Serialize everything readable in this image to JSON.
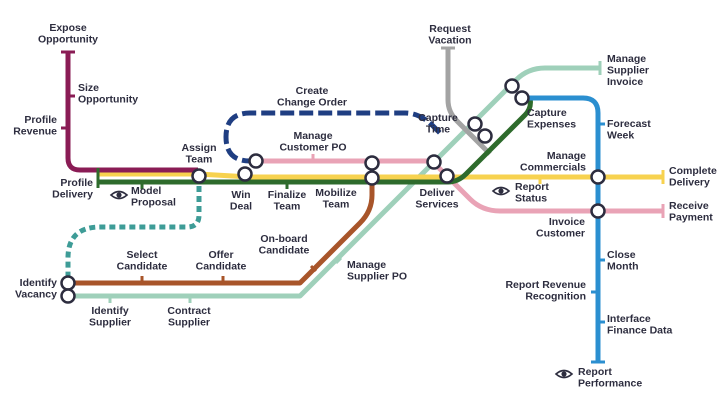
{
  "colors": {
    "maroon": "#8a1c55",
    "green": "#2e6b2c",
    "yellow": "#f7d24f",
    "pink": "#e9a3b6",
    "navy": "#1f3e82",
    "teal": "#3e9c97",
    "sage": "#9fd0ba",
    "gray": "#a3a3a3",
    "brown": "#a8552a",
    "blue": "#2b8fd0",
    "text": "#2d2d3f"
  },
  "icons": {
    "model_proposal": "eye-icon",
    "report_status": "eye-icon",
    "report_performance": "eye-icon"
  },
  "labels": {
    "expose_opportunity": [
      "Expose",
      "Opportunity"
    ],
    "size_opportunity": [
      "Size",
      "Opportunity"
    ],
    "profile_revenue": [
      "Profile",
      "Revenue"
    ],
    "profile_delivery": [
      "Profile",
      "Delivery"
    ],
    "model_proposal": [
      "Model",
      "Proposal"
    ],
    "assign_team": [
      "Assign",
      "Team"
    ],
    "create_change_order": [
      "Create",
      "Change Order"
    ],
    "manage_customer_po": [
      "Manage",
      "Customer PO"
    ],
    "win_deal": [
      "Win",
      "Deal"
    ],
    "finalize_team": [
      "Finalize",
      "Team"
    ],
    "mobilize_team": [
      "Mobilize",
      "Team"
    ],
    "request_vacation": [
      "Request",
      "Vacation"
    ],
    "capture_time": [
      "Capture",
      "Time"
    ],
    "deliver_services": [
      "Deliver",
      "Services"
    ],
    "capture_expenses": [
      "Capture",
      "Expenses"
    ],
    "manage_supplier_invoice": [
      "Manage",
      "Supplier",
      "Invoice"
    ],
    "forecast_week": [
      "Forecast",
      "Week"
    ],
    "manage_commercials": [
      "Manage",
      "Commercials"
    ],
    "complete_delivery": [
      "Complete",
      "Delivery"
    ],
    "report_status": [
      "Report",
      "Status"
    ],
    "receive_payment": [
      "Receive",
      "Payment"
    ],
    "invoice_customer": [
      "Invoice",
      "Customer"
    ],
    "onboard_candidate": [
      "On-board",
      "Candidate"
    ],
    "select_candidate": [
      "Select",
      "Candidate"
    ],
    "offer_candidate": [
      "Offer",
      "Candidate"
    ],
    "manage_supplier_po": [
      "Manage",
      "Supplier PO"
    ],
    "identify_vacancy": [
      "Identify",
      "Vacancy"
    ],
    "identify_supplier": [
      "Identify",
      "Supplier"
    ],
    "contract_supplier": [
      "Contract",
      "Supplier"
    ],
    "close_month": [
      "Close",
      "Month"
    ],
    "report_revenue_recognition": [
      "Report Revenue",
      "Recognition"
    ],
    "interface_finance_data": [
      "Interface",
      "Finance Data"
    ],
    "report_performance": [
      "Report",
      "Performance"
    ]
  }
}
